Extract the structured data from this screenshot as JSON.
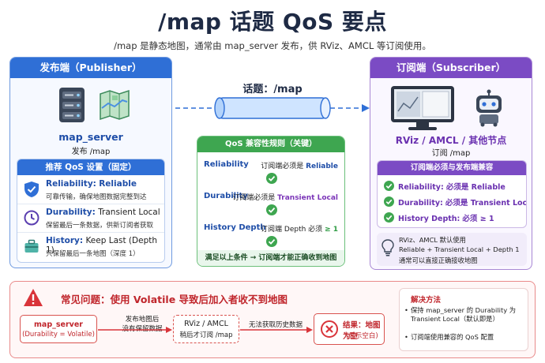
{
  "title": "/map 话题 QoS 要点",
  "subtitle": "/map 是静态地图，通常由 map_server 发布，供 RViz、AMCL 等订阅使用。",
  "topic_label": "话题：/map",
  "publisher": {
    "header": "发布端（Publisher）",
    "name": "map_server",
    "publishes": "发布 /map",
    "rec_title": "推荐 QoS 设置（固定）",
    "items": [
      {
        "key": "Reliability:",
        "value": "Reliable",
        "desc": "可靠传输，确保地图数据完整到达"
      },
      {
        "key": "Durability:",
        "value": "Transient Local",
        "desc": "保留最后一条数据，供新订阅者获取"
      },
      {
        "key": "History:",
        "value": "Keep Last (Depth 1)",
        "desc": "只保留最后一条地图（深度 1）"
      }
    ]
  },
  "rules": {
    "header": "QoS 兼容性规则（关键）",
    "items": [
      {
        "key": "Reliability",
        "pre": "订阅端必须是",
        "val": "Reliable"
      },
      {
        "key": "Durability",
        "pre": "订阅端必须是",
        "val": "Transient Local"
      },
      {
        "key": "History Depth",
        "pre": "订阅端 Depth 必须",
        "val": "≥ 1"
      }
    ],
    "footer": "满足以上条件 → 订阅端才能正确收到地图"
  },
  "subscriber": {
    "header": "订阅端（Subscriber）",
    "name": "RViz / AMCL / 其他节点",
    "subscribes": "订阅 /map",
    "compat_title": "订阅端必须与发布端兼容",
    "items": [
      {
        "key": "Reliability:",
        "value": "必须是 Reliable"
      },
      {
        "key": "Durability:",
        "value": "必须是 Transient Local"
      },
      {
        "key": "History Depth:",
        "value": "必须 ≥ 1"
      }
    ],
    "note_lines": [
      "RViz、AMCL 默认使用",
      "Reliable + Transient Local + Depth 1",
      "通常可以直接正确接收地图"
    ]
  },
  "problem": {
    "title": "常见问题：使用 Volatile 导致后加入者收不到地图",
    "pub_name": "map_server",
    "pub_detail": "(Durability = Volatile)",
    "step1_line1": "发布地图后",
    "step1_line2": "没有保留数据",
    "sub_name": "RViz / AMCL",
    "sub_detail": "稍后才订阅 /map",
    "step2": "无法获取历史数据",
    "result": "结果：地图为空",
    "result_detail": "(显示空白)",
    "solution_title": "解决方法",
    "solutions": [
      "保持 map_server 的 Durability 为 Transient Local（默认即是）",
      "订阅端使用兼容的 QoS 配置"
    ]
  },
  "colors": {
    "publisher_blue": "#2f6fd6",
    "subscriber_purple": "#7b4bc4",
    "rules_green": "#3ea650",
    "problem_red": "#c0262c"
  }
}
